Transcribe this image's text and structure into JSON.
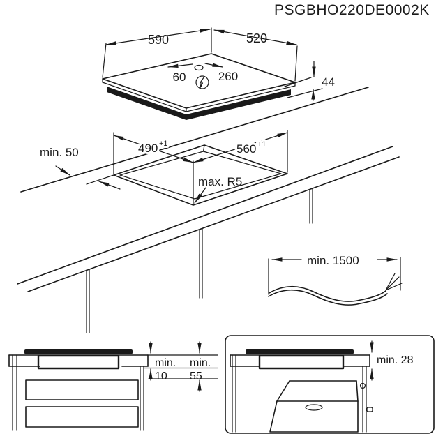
{
  "title": "PSGBHO220DE0002K",
  "hob": {
    "width": "590",
    "depth": "520",
    "height": "44",
    "conn_offset_left": "60",
    "conn_offset_right": "260",
    "power_icon": "lightning-bolt-in-circle"
  },
  "cutout": {
    "depth": "490",
    "depth_tol": "+1",
    "width": "560",
    "width_tol": "+1",
    "corner_radius": "max. R5",
    "rear_clearance": "min. 50"
  },
  "cable": {
    "length": "min. 1500"
  },
  "drawer_section": {
    "min_label_1": "min.",
    "gap_below_hob": "10",
    "min_label_2": "min.",
    "depth_below_worktop": "55"
  },
  "oven_section": {
    "worktop_thickness": "min. 28"
  },
  "colors": {
    "line": "#1a1a1a",
    "background": "#ffffff"
  }
}
